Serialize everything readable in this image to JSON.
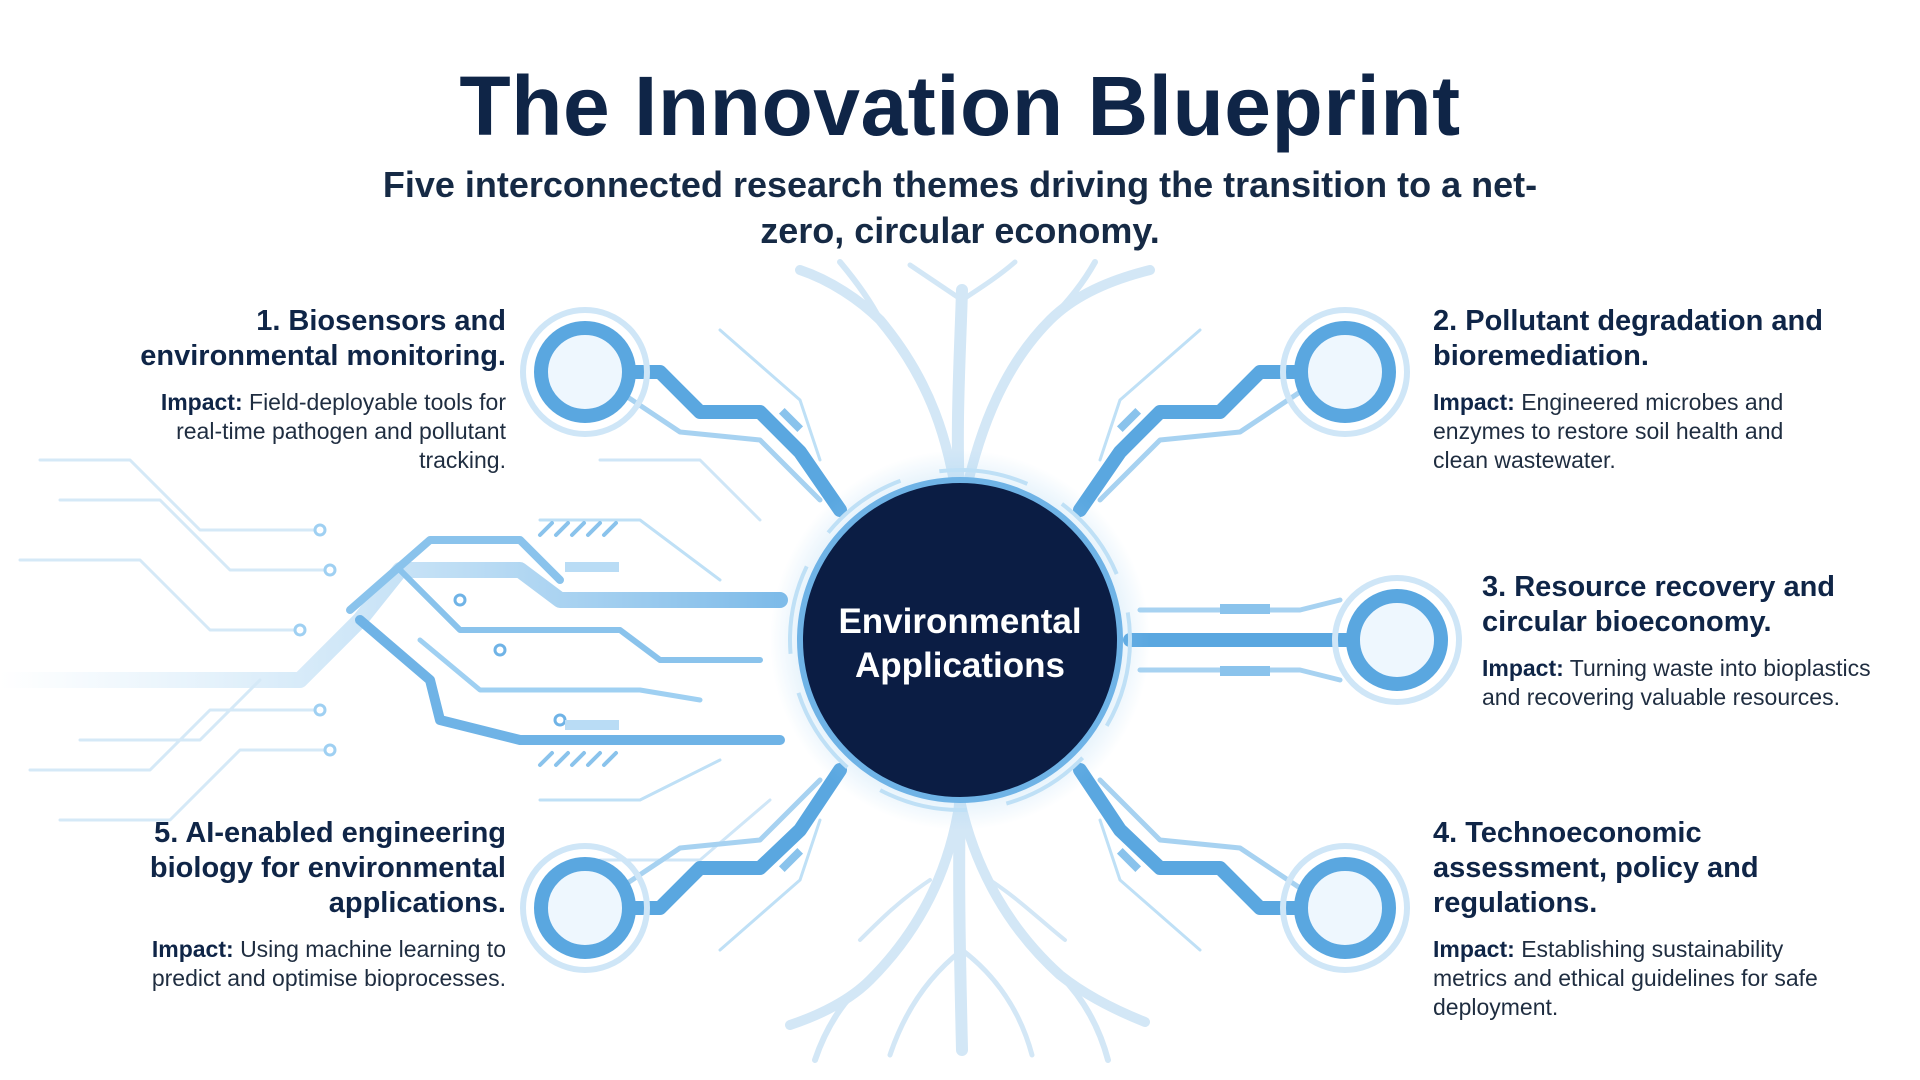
{
  "title": "The Innovation Blueprint",
  "subtitle": "Five interconnected research themes driving the transition to a net-zero, circular economy.",
  "hub": {
    "label": "Environmental Applications"
  },
  "themes": [
    {
      "title": "1. Biosensors and environmental monitoring.",
      "impact_label": "Impact:",
      "impact": "Field-deployable tools for real-time pathogen and pollutant tracking."
    },
    {
      "title": "2. Pollutant degradation and bioremediation.",
      "impact_label": "Impact:",
      "impact": "Engineered microbes and enzymes to restore soil health and clean wastewater."
    },
    {
      "title": "3. Resource recovery and circular bioeconomy.",
      "impact_label": "Impact:",
      "impact": "Turning waste into bioplastics and recovering valuable resources."
    },
    {
      "title": "4. Technoeconomic assessment, policy and regulations.",
      "impact_label": "Impact:",
      "impact": "Establishing sustainability metrics and ethical guidelines for safe deployment."
    },
    {
      "title": "5. AI-enabled engineering biology for environmental applications.",
      "impact_label": "Impact:",
      "impact": "Using machine learning to predict and optimise bioprocesses."
    }
  ],
  "colors": {
    "navy": "#0f2547",
    "hub": "#0b1d44",
    "circuit": "#5aa7e0",
    "circuit_light": "#b9dcf5",
    "node_fill": "#eef7fe",
    "root": "#d3e7f6"
  }
}
